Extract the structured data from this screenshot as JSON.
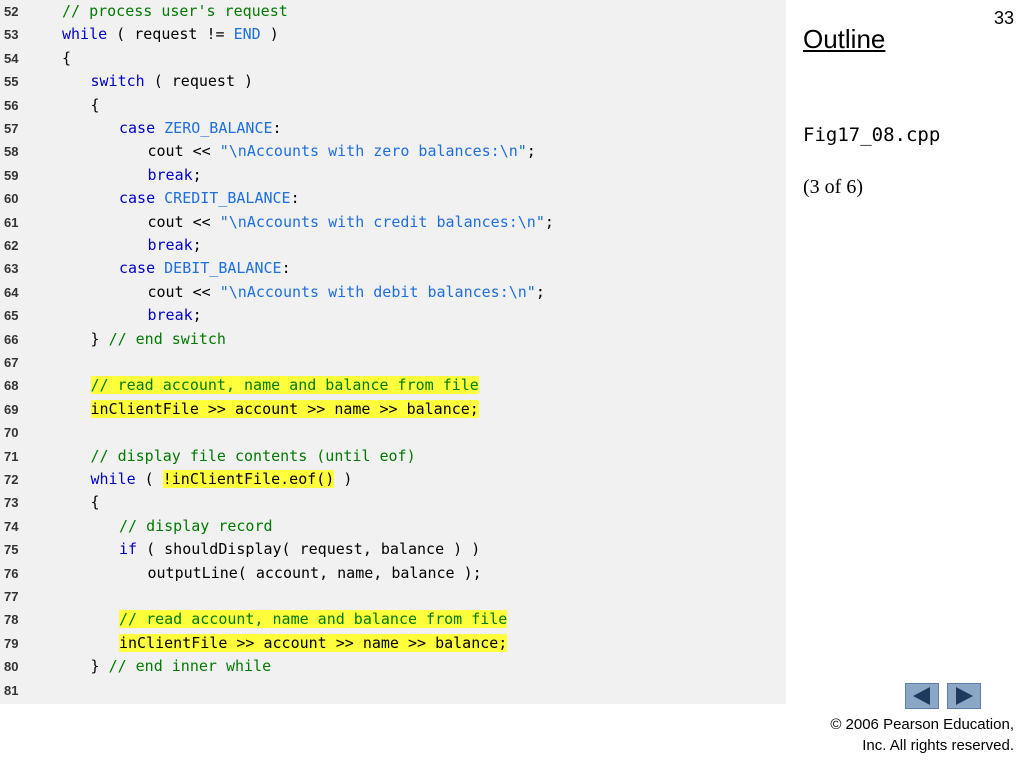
{
  "slide": {
    "number": "33",
    "outline_title": "Outline",
    "file_name": "Fig17_08.cpp",
    "page_indicator": "(3 of 6)",
    "copyright_line1": "© 2006 Pearson Education,",
    "copyright_line2": "Inc.  All rights reserved."
  },
  "navigation": {
    "prev_icon": "triangle-left-icon",
    "next_icon": "triangle-right-icon",
    "button_color": "#8aa8c6",
    "arrow_color": "#1f3a5f"
  },
  "colors": {
    "keyword": "#0000cc",
    "comment": "#007a00",
    "constant": "#1e6fe0",
    "highlight": "#ffff3c"
  },
  "code_lines": [
    {
      "n": "52",
      "indent": 1,
      "segments": [
        {
          "t": "// process user's request",
          "c": "cm"
        }
      ]
    },
    {
      "n": "53",
      "indent": 1,
      "segments": [
        {
          "t": "while",
          "c": "kw"
        },
        {
          "t": " ( request != ",
          "c": "tx"
        },
        {
          "t": "END",
          "c": "cn"
        },
        {
          "t": " )",
          "c": "tx"
        }
      ]
    },
    {
      "n": "54",
      "indent": 1,
      "segments": [
        {
          "t": "{",
          "c": "tx"
        }
      ]
    },
    {
      "n": "55",
      "indent": 2,
      "segments": [
        {
          "t": "switch",
          "c": "kw"
        },
        {
          "t": " ( request )",
          "c": "tx"
        }
      ]
    },
    {
      "n": "56",
      "indent": 2,
      "segments": [
        {
          "t": "{",
          "c": "tx"
        }
      ]
    },
    {
      "n": "57",
      "indent": 3,
      "segments": [
        {
          "t": "case",
          "c": "kw"
        },
        {
          "t": " ",
          "c": "tx"
        },
        {
          "t": "ZERO_BALANCE",
          "c": "cn"
        },
        {
          "t": ":",
          "c": "tx"
        }
      ]
    },
    {
      "n": "58",
      "indent": 4,
      "segments": [
        {
          "t": "cout << ",
          "c": "tx"
        },
        {
          "t": "\"\\nAccounts with zero balances:\\n\"",
          "c": "st"
        },
        {
          "t": ";",
          "c": "tx"
        }
      ]
    },
    {
      "n": "59",
      "indent": 4,
      "segments": [
        {
          "t": "break",
          "c": "kw"
        },
        {
          "t": ";",
          "c": "tx"
        }
      ]
    },
    {
      "n": "60",
      "indent": 3,
      "segments": [
        {
          "t": "case",
          "c": "kw"
        },
        {
          "t": " ",
          "c": "tx"
        },
        {
          "t": "CREDIT_BALANCE",
          "c": "cn"
        },
        {
          "t": ":",
          "c": "tx"
        }
      ]
    },
    {
      "n": "61",
      "indent": 4,
      "segments": [
        {
          "t": "cout << ",
          "c": "tx"
        },
        {
          "t": "\"\\nAccounts with credit balances:\\n\"",
          "c": "st"
        },
        {
          "t": ";",
          "c": "tx"
        }
      ]
    },
    {
      "n": "62",
      "indent": 4,
      "segments": [
        {
          "t": "break",
          "c": "kw"
        },
        {
          "t": ";",
          "c": "tx"
        }
      ]
    },
    {
      "n": "63",
      "indent": 3,
      "segments": [
        {
          "t": "case",
          "c": "kw"
        },
        {
          "t": " ",
          "c": "tx"
        },
        {
          "t": "DEBIT_BALANCE",
          "c": "cn"
        },
        {
          "t": ":",
          "c": "tx"
        }
      ]
    },
    {
      "n": "64",
      "indent": 4,
      "segments": [
        {
          "t": "cout << ",
          "c": "tx"
        },
        {
          "t": "\"\\nAccounts with debit balances:\\n\"",
          "c": "st"
        },
        {
          "t": ";",
          "c": "tx"
        }
      ]
    },
    {
      "n": "65",
      "indent": 4,
      "segments": [
        {
          "t": "break",
          "c": "kw"
        },
        {
          "t": ";",
          "c": "tx"
        }
      ]
    },
    {
      "n": "66",
      "indent": 2,
      "segments": [
        {
          "t": "} ",
          "c": "tx"
        },
        {
          "t": "// end switch",
          "c": "cm"
        }
      ]
    },
    {
      "n": "67",
      "indent": 0,
      "segments": []
    },
    {
      "n": "68",
      "indent": 2,
      "segments": [
        {
          "t": "// read account, name and balance from file",
          "c": "cm",
          "hl": true
        }
      ]
    },
    {
      "n": "69",
      "indent": 2,
      "segments": [
        {
          "t": "inClientFile >> account >> name >> balance;",
          "c": "tx",
          "hl": true
        }
      ]
    },
    {
      "n": "70",
      "indent": 0,
      "segments": []
    },
    {
      "n": "71",
      "indent": 2,
      "segments": [
        {
          "t": "// display file contents (until eof)",
          "c": "cm"
        }
      ]
    },
    {
      "n": "72",
      "indent": 2,
      "segments": [
        {
          "t": "while",
          "c": "kw"
        },
        {
          "t": " ( ",
          "c": "tx"
        },
        {
          "t": "!inClientFile.eof()",
          "c": "tx",
          "hl": true
        },
        {
          "t": " )",
          "c": "tx"
        }
      ]
    },
    {
      "n": "73",
      "indent": 2,
      "segments": [
        {
          "t": "{",
          "c": "tx"
        }
      ]
    },
    {
      "n": "74",
      "indent": 3,
      "segments": [
        {
          "t": "// display record",
          "c": "cm"
        }
      ]
    },
    {
      "n": "75",
      "indent": 3,
      "segments": [
        {
          "t": "if",
          "c": "kw"
        },
        {
          "t": " ( shouldDisplay( request, balance ) )",
          "c": "tx"
        }
      ]
    },
    {
      "n": "76",
      "indent": 4,
      "segments": [
        {
          "t": "outputLine( account, name, balance );",
          "c": "tx"
        }
      ]
    },
    {
      "n": "77",
      "indent": 0,
      "segments": []
    },
    {
      "n": "78",
      "indent": 3,
      "segments": [
        {
          "t": "// read account, name and balance from file",
          "c": "cm",
          "hl": true
        }
      ]
    },
    {
      "n": "79",
      "indent": 3,
      "segments": [
        {
          "t": "inClientFile >> account >> name >> balance;",
          "c": "tx",
          "hl": true
        }
      ]
    },
    {
      "n": "80",
      "indent": 2,
      "segments": [
        {
          "t": "} ",
          "c": "tx"
        },
        {
          "t": "// end inner while",
          "c": "cm"
        }
      ]
    },
    {
      "n": "81",
      "indent": 0,
      "segments": []
    }
  ]
}
